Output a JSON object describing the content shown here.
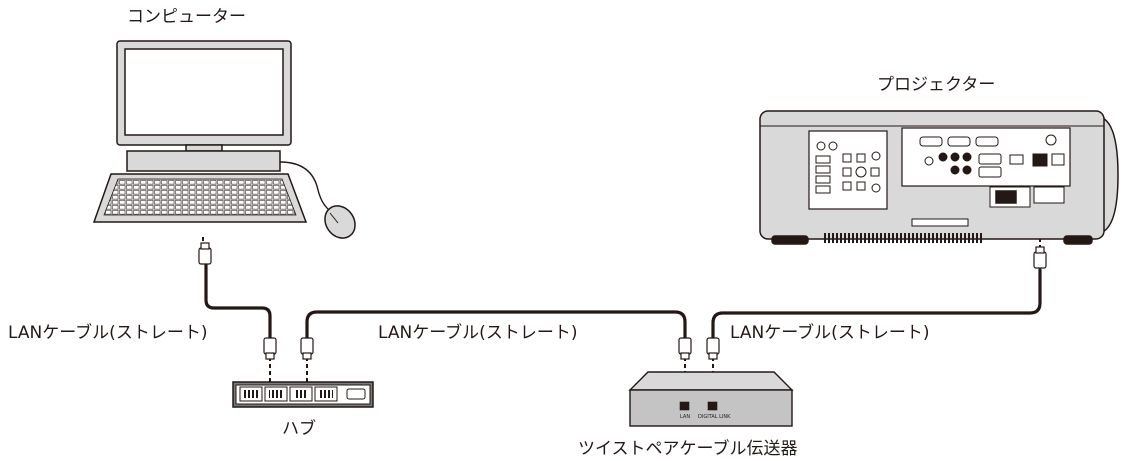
{
  "labels": {
    "computer": "コンピューター",
    "projector": "プロジェクター",
    "hub": "ハブ",
    "transmitter": "ツイストペアケーブル伝送器",
    "cable_left": "LANケーブル(ストレート)",
    "cable_middle": "LANケーブル(ストレート)",
    "cable_right": "LANケーブル(ストレート)",
    "port_lan": "LAN",
    "port_digital_link": "DIGITAL LINK"
  },
  "colors": {
    "line": "#231815",
    "device_gray": "#d9d9d9",
    "device_dark": "#5a5a5a",
    "background": "#ffffff"
  }
}
